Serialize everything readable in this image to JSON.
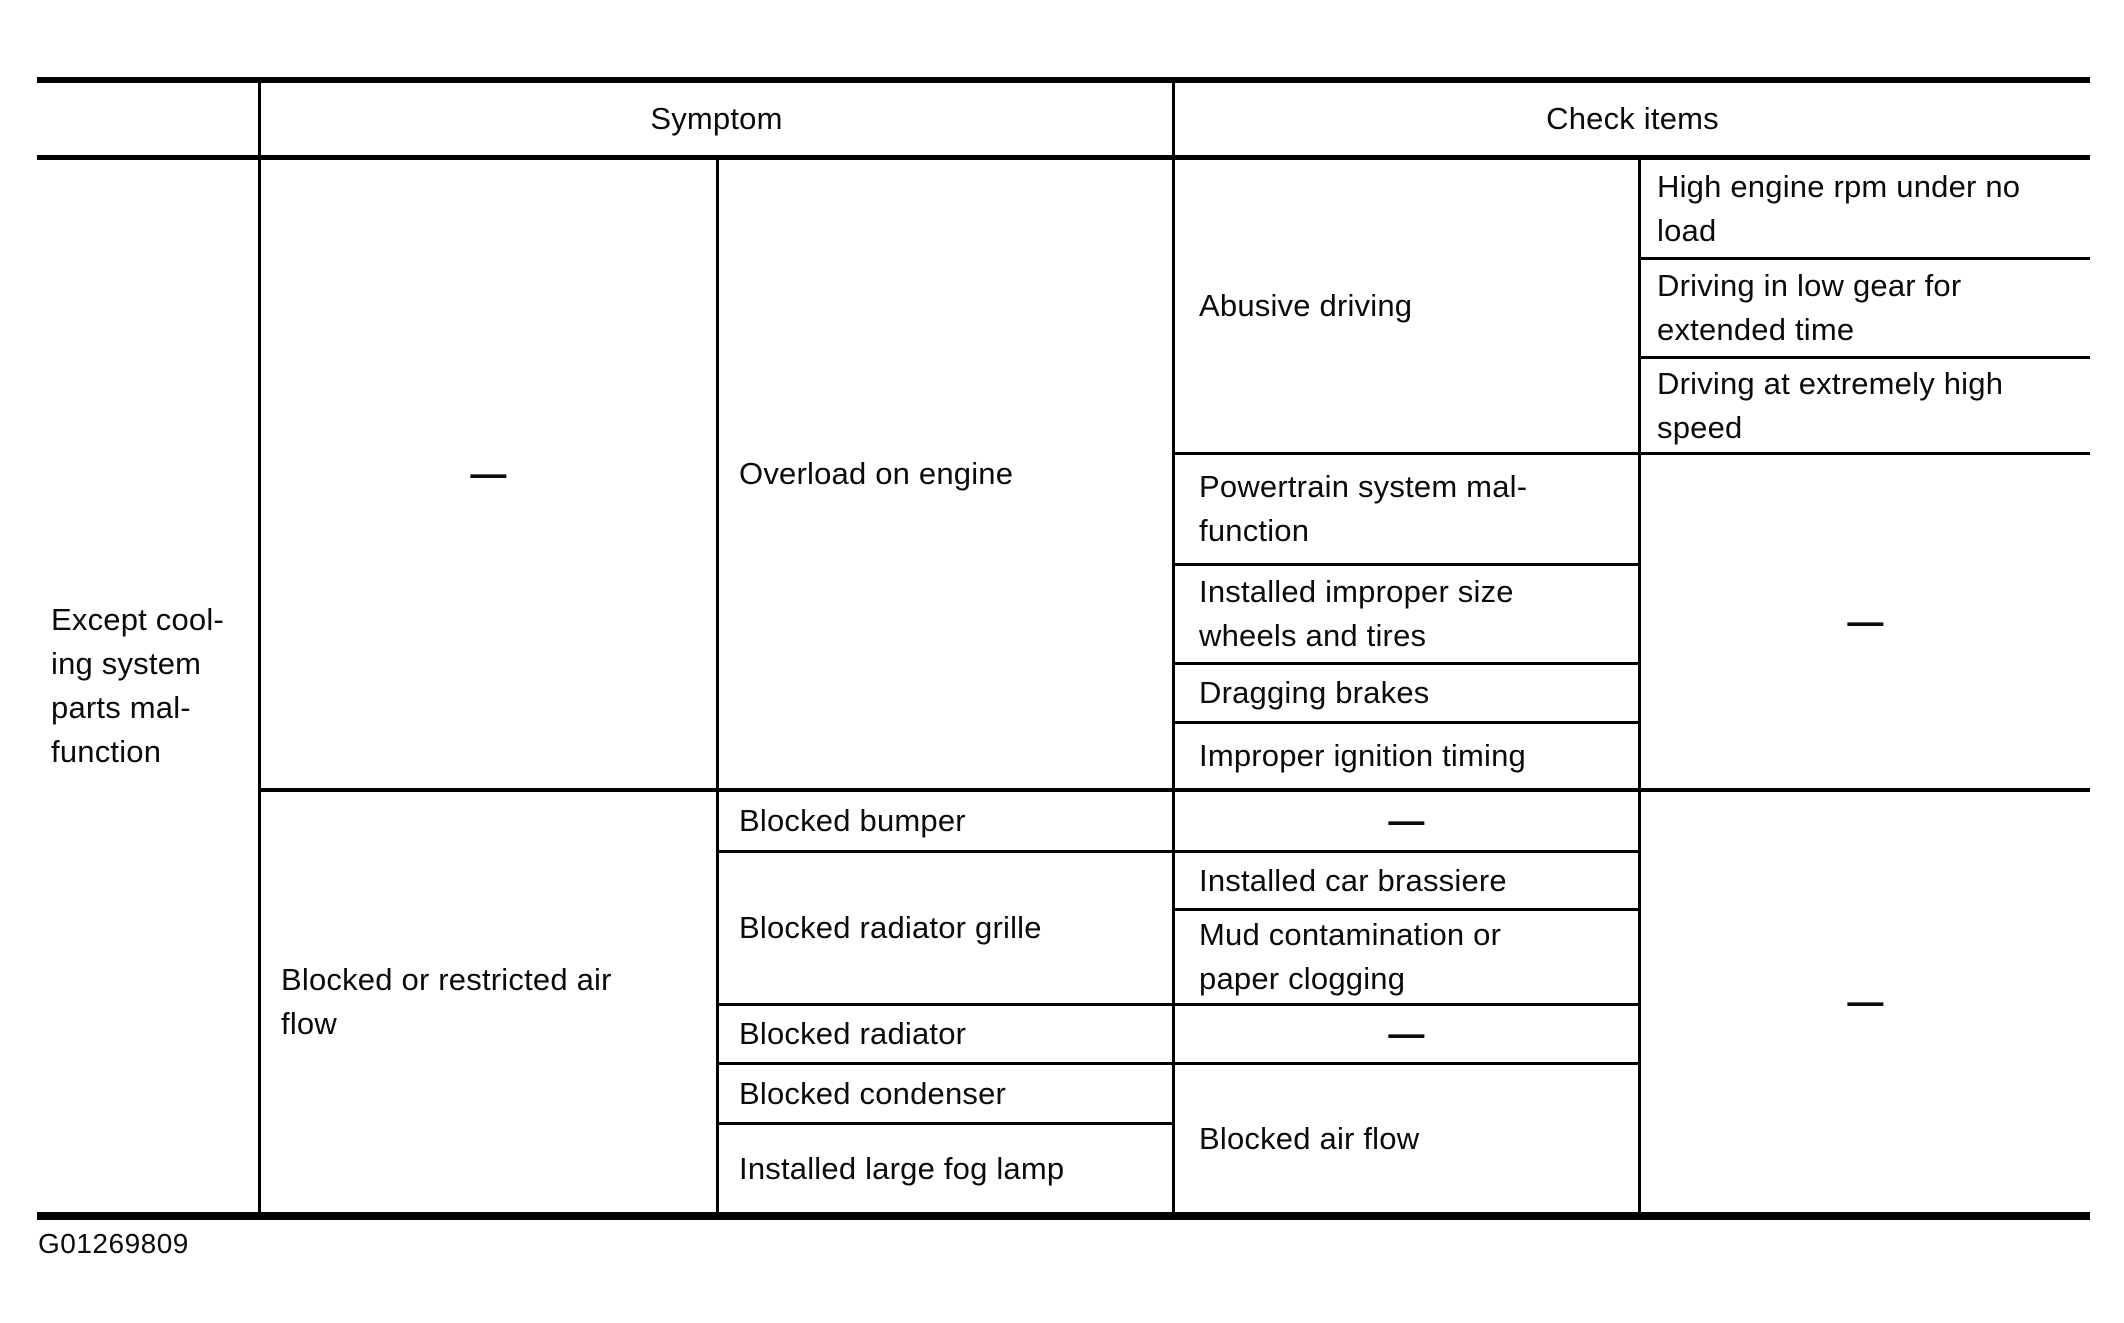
{
  "document_type": "service-manual-diagnostic-table",
  "colors": {
    "background": "#ffffff",
    "line": "#000000",
    "text": "#0b0b0b"
  },
  "dash": "—",
  "header": {
    "symptom": "Symptom",
    "check_items": "Check items"
  },
  "table": {
    "row_group_label": "Except cool-\ning system\nparts mal-\nfunction",
    "group1": {
      "symptom_primary": "—",
      "symptom_secondary": "Overload on engine",
      "check_abusive": "Abusive driving",
      "check_abusive_subitems": {
        "high_rpm": "High engine rpm under no\nload",
        "low_gear": "Driving in low gear for\nextended time",
        "high_speed": "Driving at extremely high\nspeed"
      },
      "check_powertrain": "Powertrain system mal-\nfunction",
      "check_improper_wheels": "Installed improper size\nwheels and tires",
      "check_dragging_brakes": "Dragging brakes",
      "check_ignition_timing": "Improper ignition timing",
      "check_subitems_none": "—"
    },
    "group2": {
      "symptom_primary": "Blocked or restricted air\nflow",
      "symptom_blocked_bumper": "Blocked bumper",
      "check_bumper_none": "—",
      "symptom_radiator_grille": "Blocked radiator grille",
      "check_car_brassiere": "Installed car brassiere",
      "check_mud_contamination": "Mud contamination or\npaper clogging",
      "symptom_blocked_radiator": "Blocked radiator",
      "check_radiator_none": "—",
      "symptom_blocked_condenser": "Blocked condenser",
      "symptom_fog_lamp": "Installed large fog lamp",
      "check_blocked_air_flow": "Blocked air flow",
      "check_subitems_none": "—"
    }
  },
  "caption": "G01269809"
}
